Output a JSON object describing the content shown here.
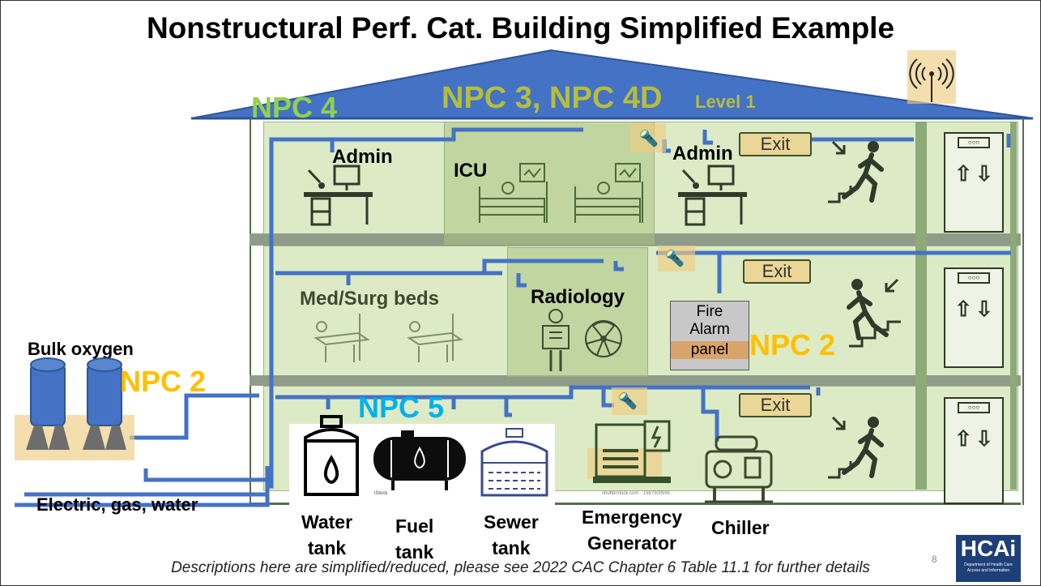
{
  "title": "Nonstructural Perf. Cat. Building Simplified Example",
  "roof_labels": {
    "npc4": "NPC 4",
    "npc3_4d": "NPC 3, NPC 4D",
    "level": "Level 1"
  },
  "rooms": {
    "admin_left": "Admin",
    "icu": "ICU",
    "admin_right": "Admin",
    "med_surg": "Med/Surg beds",
    "radiology": "Radiology"
  },
  "exit_sign": "Exit",
  "fire_alarm": {
    "line1": "Fire",
    "line2": "Alarm",
    "line3": "panel"
  },
  "npc_labels": {
    "npc2_building": "NPC 2",
    "npc2_oxygen": "NPC 2",
    "npc5": "NPC 5"
  },
  "outside": {
    "bulk_oxygen": "Bulk oxygen",
    "utilities": "Electric, gas, water"
  },
  "equipment": {
    "water_tank": [
      "Water",
      "tank"
    ],
    "fuel_tank": [
      "Fuel",
      "tank"
    ],
    "sewer_tank": [
      "Sewer",
      "tank"
    ],
    "generator": [
      "Emergency",
      "Generator"
    ],
    "chiller": "Chiller"
  },
  "stock_marks": {
    "fuel": "iStock",
    "shutterstock": "shutterstock.com · 1387300595"
  },
  "footer": "Descriptions here are simplified/reduced, please see 2022 CAC Chapter 6 Table 11.1 for further details",
  "slide_number": "8",
  "logo": {
    "text": "HCAi",
    "subtitle": "Department of Health Care Access and Information"
  },
  "colors": {
    "npc4": "#92d050",
    "npc3": "#b5be3c",
    "npc2": "#ffc000",
    "npc5": "#00b0f0",
    "roof": "#4472c4",
    "pipes": "#4472c4"
  }
}
